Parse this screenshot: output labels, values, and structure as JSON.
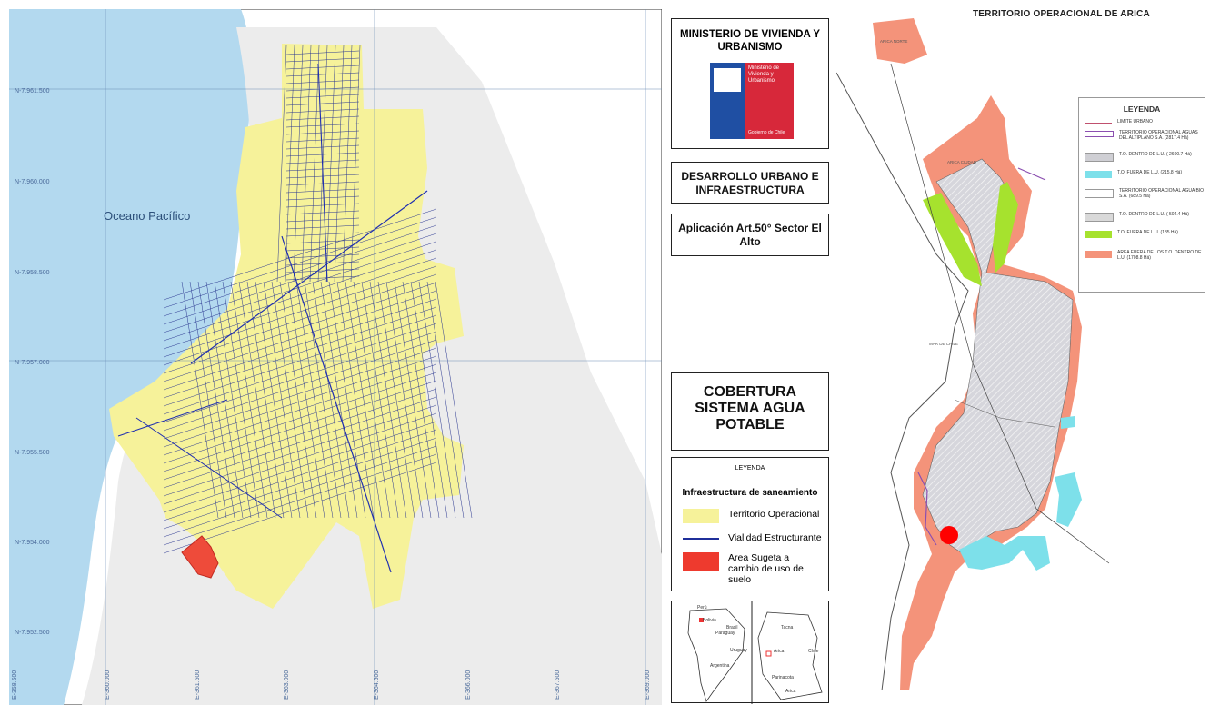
{
  "left_map": {
    "ocean_label": "Oceano Pacífico",
    "grid_north": [
      "N-7.961.500",
      "N-7.960.000",
      "N-7.958.500",
      "N-7.957.000",
      "N-7.955.500",
      "N-7.954.000",
      "N-7.952.500"
    ],
    "grid_east": [
      "E-358.500",
      "E-360.000",
      "E-361.500",
      "E-363.000",
      "E-364.500",
      "E-366.000",
      "E-367.500",
      "E-369.000"
    ]
  },
  "ministerio": {
    "title": "MINISTERIO DE VIVIENDA Y URBANISMO",
    "logo_text": "Ministerio de Vivienda y Urbanismo",
    "logo_footer": "Gobierno de Chile"
  },
  "desarrollo": "DESARROLLO URBANO E INFRAESTRUCTURA",
  "aplicacion": "Aplicación Art.50° Sector El Alto",
  "cobertura": "COBERTURA SISTEMA AGUA POTABLE",
  "legend": {
    "title": "LEYENDA",
    "subtitle": "Infraestructura de saneamiento",
    "items": [
      {
        "label": "Territorio Operacional",
        "color": "#f6f29a"
      },
      {
        "label": "Vialidad Estructurante",
        "color": "#1f2f9a"
      },
      {
        "label": "Area Sugeta a cambio de uso de suelo",
        "color": "#ee3a2e"
      }
    ]
  },
  "inset": {
    "labels": [
      "Perú",
      "Bolivia",
      "Brasil",
      "Paraguay",
      "Uruguay",
      "Argentina",
      "Arica",
      "Tacna",
      "Parinacota",
      "Arica",
      "Chile"
    ]
  },
  "right_map": {
    "title": "TERRITORIO OPERACIONAL DE ARICA",
    "label_norte": "ARICA NORTE",
    "label_ciudad": "ARICA CIUDAD",
    "label_mar": "MAR DE CHILE",
    "legend": {
      "title": "LEYENDA",
      "items": [
        {
          "label": "LIMITE URBANO",
          "color": "#c0506e"
        },
        {
          "label": "TERRITORIO OPERACIONAL AGUAS DEL ALTIPLANO S.A. (2817.4 Há)",
          "color": "#8b4fb0"
        },
        {
          "label": "T.O. DENTRO DE L.U. ( 2600.7 Há)",
          "color": "#cfcfd4"
        },
        {
          "label": "T.O. FUERA DE L.U. (215.8 Há)",
          "color": "#7de0ea"
        },
        {
          "label": "TERRITORIO OPERACIONAL AGUA BIO S.A. (689.5 Há)",
          "color": "#ffffff"
        },
        {
          "label": "T.O. DENTRO DE L.U. ( 504.4 Há)",
          "color": "#d9d9d9"
        },
        {
          "label": "T.O. FUERA DE L.U. (185 Há)",
          "color": "#a6e22e"
        },
        {
          "label": "AREA FUERA DE LOS T.O. DENTRO DE L.U. (1708.8 Há)",
          "color": "#f4937a"
        }
      ]
    }
  }
}
